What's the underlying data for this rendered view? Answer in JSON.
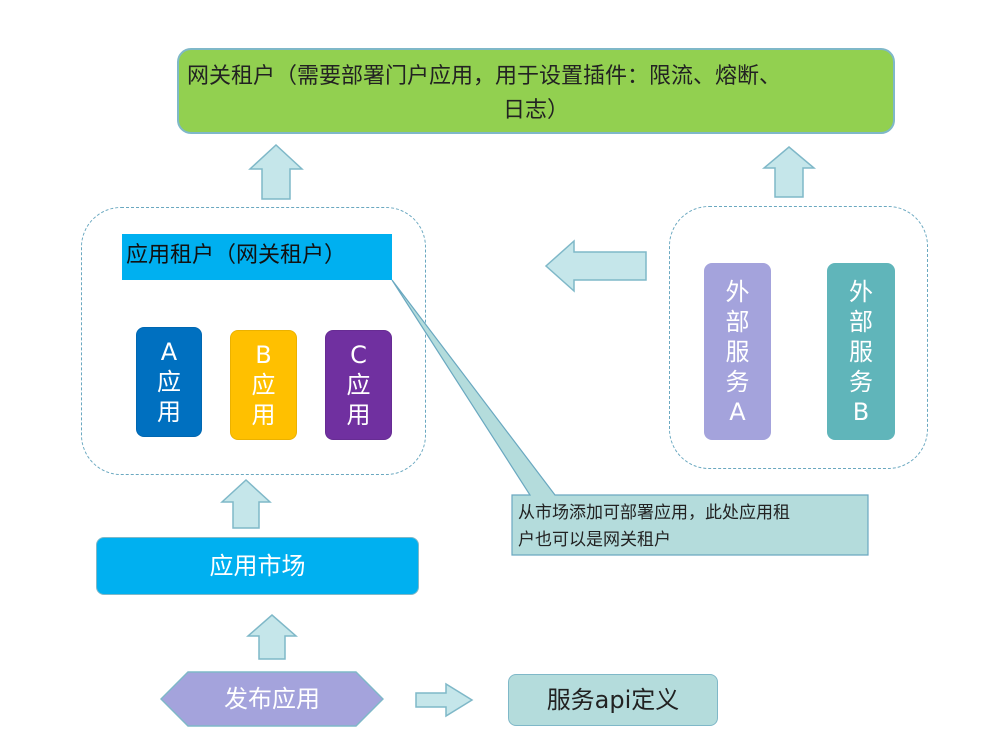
{
  "gateway_tenant": {
    "line1": "网关租户（需要部署门户应用，用于设置插件：限流、熔断、",
    "line2": "日志）"
  },
  "app_tenant": {
    "label": "应用租户（网关租户）",
    "apps": [
      {
        "letter": "A",
        "line2": "应",
        "line3": "用",
        "color": "#0070c0"
      },
      {
        "letter": "B",
        "line2": "应",
        "line3": "用",
        "color": "#ffc000"
      },
      {
        "letter": "C",
        "line2": "应",
        "line3": "用",
        "color": "#7030a0"
      }
    ]
  },
  "external_services": [
    {
      "chars": [
        "外",
        "部",
        "服",
        "务",
        "A"
      ],
      "color": "#a4a3dc"
    },
    {
      "chars": [
        "外",
        "部",
        "服",
        "务",
        "B"
      ],
      "color": "#60b5ba"
    }
  ],
  "callout": {
    "line1": "从市场添加可部署应用，此处应用租",
    "line2": "户也可以是网关租户"
  },
  "app_market": {
    "label": "应用市场"
  },
  "publish_app": {
    "label": "发布应用"
  },
  "service_api": {
    "label": "服务api定义"
  },
  "colors": {
    "gateway_green": "#92d050",
    "cyan": "#00b0f0",
    "arrow_fill": "#c5e6ea",
    "arrow_stroke": "#7fb8c8",
    "publish_purple": "#a4a3dc",
    "callout_fill": "#b4dcdc"
  }
}
